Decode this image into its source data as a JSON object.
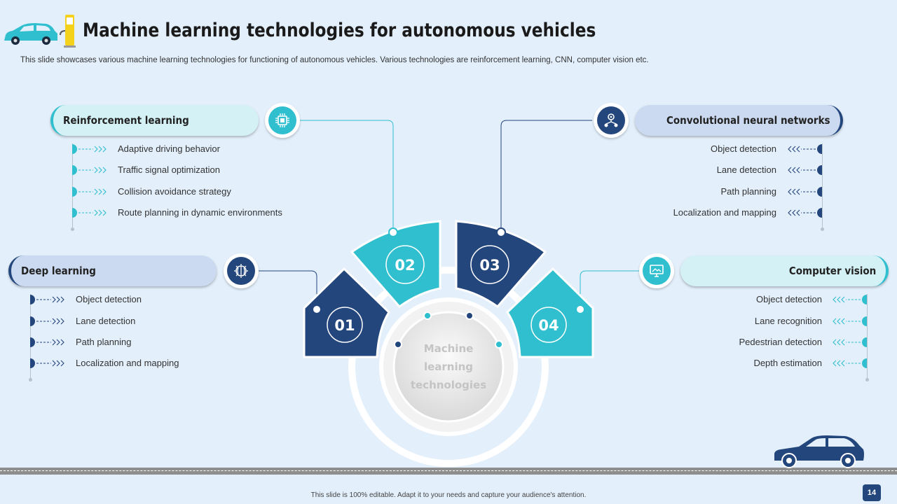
{
  "title": "Machine learning technologies for autonomous vehicles",
  "subtitle": "This slide showcases various machine learning technologies for functioning of autonomous vehicles. Various technologies are reinforcement learning, CNN, computer vision etc.",
  "center_label": [
    "Machine",
    "learning",
    "technologies"
  ],
  "segments": {
    "s1": "01",
    "s2": "02",
    "s3": "03",
    "s4": "04"
  },
  "reinforcement": {
    "title": "Reinforcement learning",
    "icon": "chip-icon",
    "items": [
      "Adaptive driving behavior",
      "Traffic signal optimization",
      "Collision avoidance strategy",
      "Route planning in dynamic environments"
    ]
  },
  "deep": {
    "title": "Deep learning",
    "icon": "brain-icon",
    "items": [
      "Object detection",
      "Lane detection",
      "Path planning",
      "Localization and mapping"
    ]
  },
  "cnn": {
    "title": "Convolutional neural networks",
    "icon": "network-gear-icon",
    "items": [
      "Object detection",
      "Lane detection",
      "Path planning",
      "Localization and mapping"
    ]
  },
  "vision": {
    "title": "Computer vision",
    "icon": "monitor-vision-icon",
    "items": [
      "Object detection",
      "Lane recognition",
      "Pedestrian detection",
      "Depth estimation"
    ]
  },
  "footer": "This slide is 100% editable. Adapt it to your needs and capture your audience's attention.",
  "page_number": "14",
  "colors": {
    "navy": "#23467c",
    "cyan": "#2fbfcf",
    "background": "#e3effb"
  }
}
